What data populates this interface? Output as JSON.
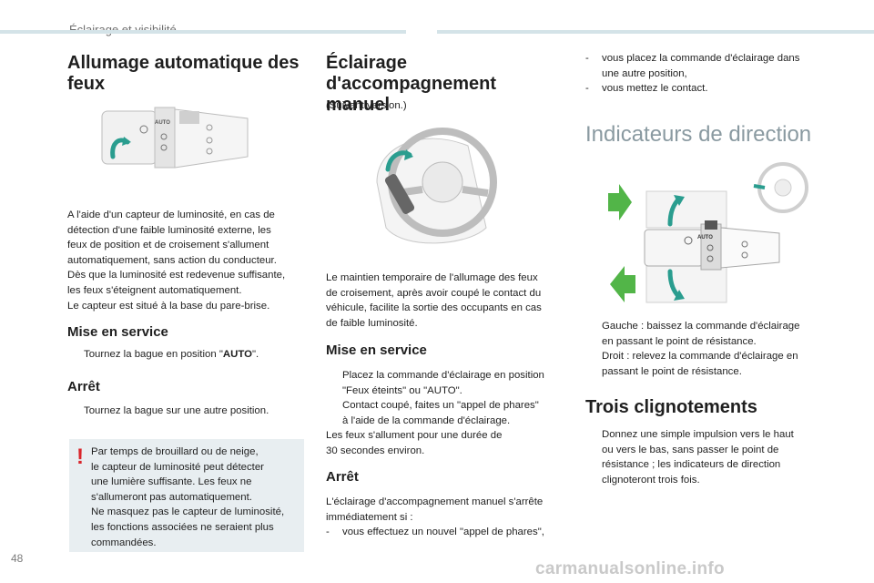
{
  "header": {
    "section_title": "Éclairage et visibilité"
  },
  "col1": {
    "title": "Allumage automatique des feux",
    "figure_label": "AUTO",
    "intro": [
      "A l'aide d'un capteur de luminosité, en cas de",
      "détection d'une faible luminosité externe, les",
      "feux de position et de croisement s'allument",
      "automatiquement, sans action du conducteur.",
      "Dès que la luminosité est redevenue suffisante,",
      "les feux s'éteignent automatiquement.",
      "Le capteur est situé à la base du pare-brise."
    ],
    "mise_en_service": {
      "title": "Mise en service",
      "bullet_mark": "",
      "text_before": "Tournez la bague en position \"",
      "text_bold": "AUTO",
      "text_after": "\"."
    },
    "arret": {
      "title": "Arrêt",
      "bullet_mark": "",
      "text": "Tournez la bague sur une autre position."
    },
    "warning": {
      "mark": "!",
      "lines": [
        "Par temps de brouillard ou de neige,",
        "le capteur de luminosité peut détecter",
        "une lumière suffisante. Les feux ne",
        "s'allumeront pas automatiquement.",
        "Ne masquez pas le capteur de luminosité,",
        "les fonctions associées ne seraient plus",
        "commandées."
      ]
    }
  },
  "col2": {
    "title_line1": "Éclairage",
    "title_line2": "d'accompagnement manuel",
    "version_note": "(Suivant version.)",
    "intro": [
      "Le maintien temporaire de l'allumage des feux",
      "de croisement, après avoir coupé le contact du",
      "véhicule, facilite la sortie des occupants en cas",
      "de faible luminosité."
    ],
    "mise_en_service": {
      "title": "Mise en service",
      "bullets": [
        {
          "mark": "",
          "lines": [
            "Placez la commande d'éclairage en position",
            "\"Feux éteints\" ou \"AUTO\"."
          ]
        },
        {
          "mark": "",
          "lines": [
            "Contact coupé, faites un \"appel de phares\"",
            "à l'aide de la commande d'éclairage."
          ]
        }
      ],
      "after": [
        "Les feux s'allument pour une durée de",
        "30 secondes environ."
      ]
    },
    "arret": {
      "title": "Arrêt",
      "lines": [
        "L'éclairage d'accompagnement manuel s'arrête",
        "immédiatement si :"
      ],
      "dash_item": {
        "mark": "-",
        "text": "vous effectuez un nouvel \"appel de phares\","
      }
    }
  },
  "col3": {
    "dash_items": [
      {
        "mark": "-",
        "lines": [
          "vous placez la commande d'éclairage dans",
          "une autre position,"
        ]
      },
      {
        "mark": "-",
        "lines": [
          "vous mettez le contact."
        ]
      }
    ],
    "indicateurs": {
      "title": "Indicateurs de direction",
      "figure_label": "AUTO",
      "bullets": [
        {
          "mark": "",
          "lines": [
            "Gauche : baissez la commande d'éclairage",
            "en passant le point de résistance."
          ]
        },
        {
          "mark": "",
          "lines": [
            "Droit : relevez la commande d'éclairage en",
            "passant le point de résistance."
          ]
        }
      ]
    },
    "trois": {
      "title": "Trois clignotements",
      "bullet": {
        "mark": "",
        "lines": [
          "Donnez une simple impulsion vers le haut",
          "ou vers le bas, sans passer le point de",
          "résistance ; les indicateurs de direction",
          "clignoteront trois fois."
        ]
      }
    }
  },
  "footer": {
    "page_number": "48",
    "watermark": "carmanualsonline.info"
  },
  "colors": {
    "accent_green": "#52b548",
    "heading_grey": "#8a9aa1",
    "box_bg": "#e8eef1",
    "warning_red": "#d9242a",
    "arrow_teal": "#2a9d8f"
  }
}
